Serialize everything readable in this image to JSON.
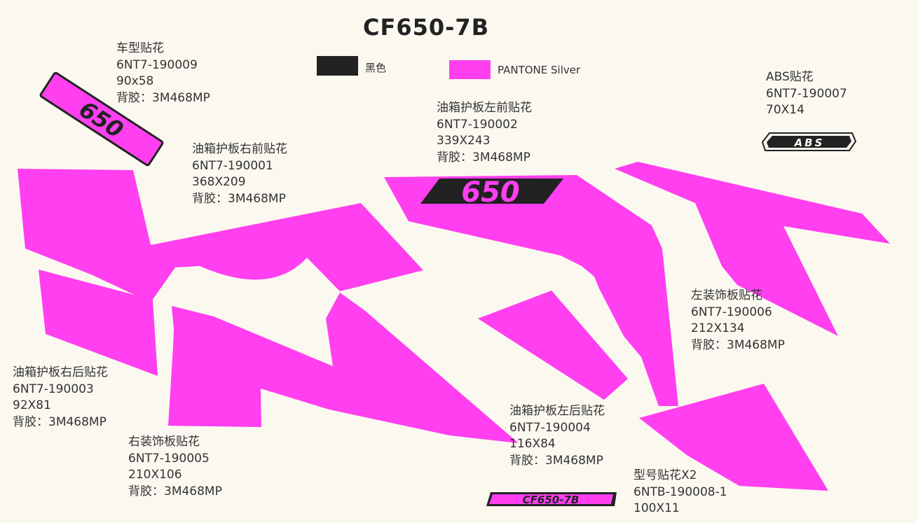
{
  "title": "CF650-7B",
  "legend": [
    {
      "label": "黑色",
      "color": "#222222"
    },
    {
      "label": "PANTONE Silver",
      "color": "#ff3ff0"
    }
  ],
  "colors": {
    "magenta": "#ff3ff0",
    "black": "#222222",
    "background": "#fbf8f0"
  },
  "decals": [
    {
      "name": "车型贴花",
      "part": "6NT7-190009",
      "size": "90x58",
      "adhesive": "背胶：3M468MP"
    },
    {
      "name": "油箱护板右前贴花",
      "part": "6NT7-190001",
      "size": "368X209",
      "adhesive": "背胶：3M468MP"
    },
    {
      "name": "油箱护板左前贴花",
      "part": "6NT7-190002",
      "size": "339X243",
      "adhesive": "背胶：3M468MP"
    },
    {
      "name": "ABS贴花",
      "part": "6NT7-190007",
      "size": "70X14"
    },
    {
      "name": "左装饰板贴花",
      "part": "6NT7-190006",
      "size": "212X134",
      "adhesive": "背胶：3M468MP"
    },
    {
      "name": "油箱护板右后贴花",
      "part": "6NT7-190003",
      "size": "92X81",
      "adhesive": "背胶：3M468MP"
    },
    {
      "name": "右装饰板贴花",
      "part": "6NT7-190005",
      "size": "210X106",
      "adhesive": "背胶：3M468MP"
    },
    {
      "name": "油箱护板左后贴花",
      "part": "6NT7-190004",
      "size": "116X84",
      "adhesive": "背胶：3M468MP"
    },
    {
      "name": "型号贴花X2",
      "part": "6NTB-190008-1",
      "size": "100X11"
    }
  ],
  "artwork_text": {
    "model_logo": "650",
    "abs_logo": "ABS",
    "model_badge": "CF650-7B"
  }
}
